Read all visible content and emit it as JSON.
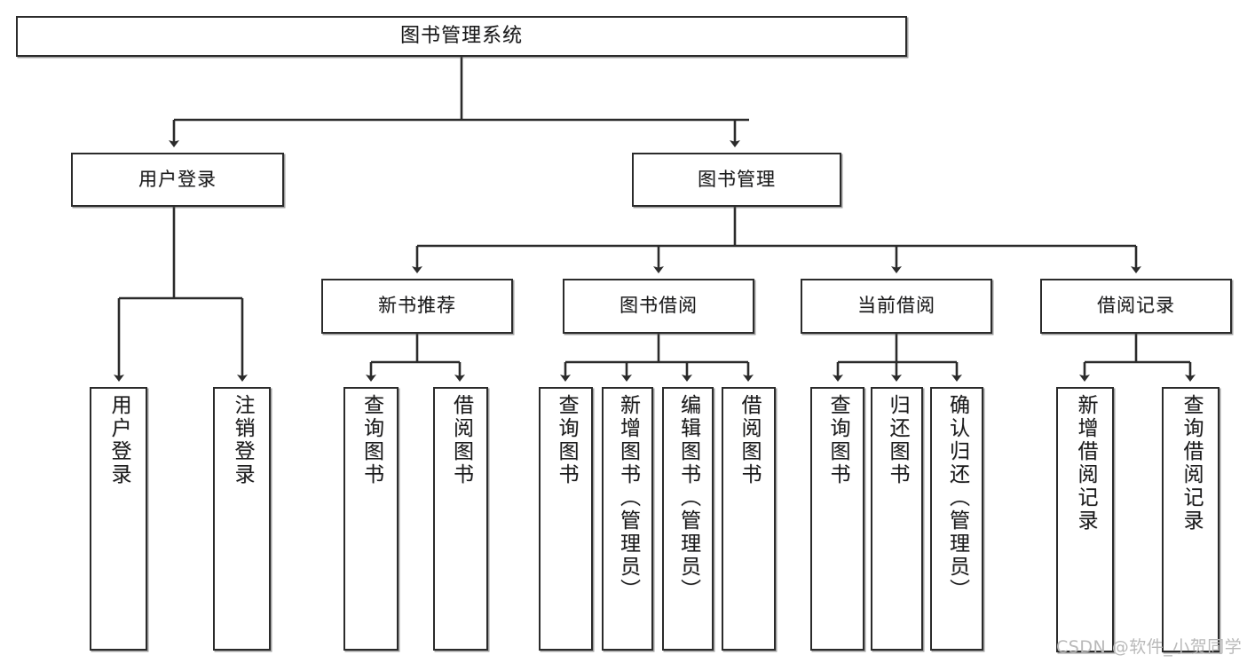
{
  "diagram": {
    "title": "图书管理系统",
    "type": "tree-hierarchy",
    "root": {
      "id": "root",
      "label": "图书管理系统"
    },
    "level2": [
      {
        "id": "user-login",
        "label": "用户登录"
      },
      {
        "id": "book-manage",
        "label": "图书管理"
      }
    ],
    "level3": [
      {
        "id": "new-book-rec",
        "label": "新书推荐",
        "parent": "book-manage"
      },
      {
        "id": "book-borrow",
        "label": "图书借阅",
        "parent": "book-manage"
      },
      {
        "id": "current-borrow",
        "label": "当前借阅",
        "parent": "book-manage"
      },
      {
        "id": "borrow-record",
        "label": "借阅记录",
        "parent": "book-manage"
      }
    ],
    "leaves": [
      {
        "id": "leaf-user-login",
        "label": "用户登录",
        "parent": "user-login"
      },
      {
        "id": "leaf-user-logout",
        "label": "注销登录",
        "parent": "user-login"
      },
      {
        "id": "leaf-query-book-1",
        "label": "查询图书",
        "parent": "new-book-rec"
      },
      {
        "id": "leaf-borrow-book-1",
        "label": "借阅图书",
        "parent": "new-book-rec"
      },
      {
        "id": "leaf-query-book-2",
        "label": "查询图书",
        "parent": "book-borrow"
      },
      {
        "id": "leaf-add-book",
        "label": "新增图书（管理员）",
        "parent": "book-borrow"
      },
      {
        "id": "leaf-edit-book",
        "label": "编辑图书（管理员）",
        "parent": "book-borrow"
      },
      {
        "id": "leaf-borrow-book-2",
        "label": "借阅图书",
        "parent": "book-borrow"
      },
      {
        "id": "leaf-query-book-3",
        "label": "查询图书",
        "parent": "current-borrow"
      },
      {
        "id": "leaf-return-book",
        "label": "归还图书",
        "parent": "current-borrow"
      },
      {
        "id": "leaf-confirm-return",
        "label": "确认归还（管理员）",
        "parent": "current-borrow"
      },
      {
        "id": "leaf-add-record",
        "label": "新增借阅记录",
        "parent": "borrow-record"
      },
      {
        "id": "leaf-query-record",
        "label": "查询借阅记录",
        "parent": "borrow-record"
      }
    ],
    "watermark": "CSDN @软件_小贺同学",
    "colors": {
      "border": "#2b2b2b",
      "background": "#ffffff",
      "text": "#1b1b1b",
      "watermark": "#b9b9b9"
    }
  }
}
